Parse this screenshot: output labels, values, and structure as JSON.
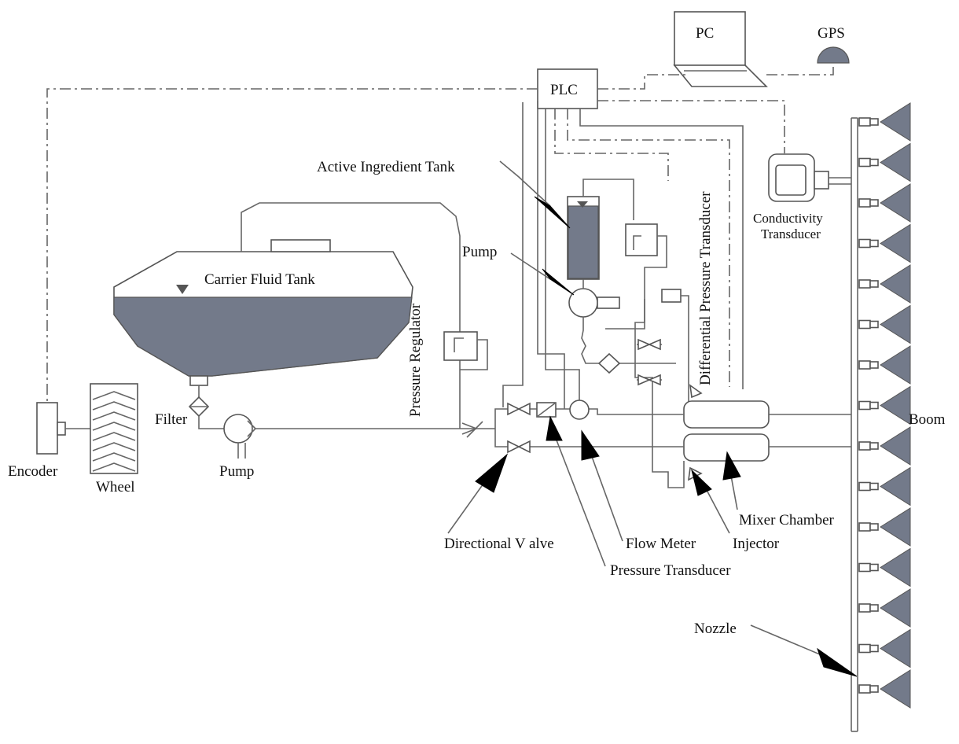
{
  "labels": {
    "pc": "PC",
    "gps": "GPS",
    "plc": "PLC",
    "active_ingredient_tank": "Active Ingredient Tank",
    "differential_pressure_transducer": "Differential Pressure Transducer",
    "conductivity_transducer_line1": "Conductivity",
    "conductivity_transducer_line2": "Transducer",
    "pump_upper": "Pump",
    "carrier_fluid_tank": "Carrier Fluid Tank",
    "pressure_regulator": "Pressure Regulator",
    "filter": "Filter",
    "pump_lower": "Pump",
    "encoder": "Encoder",
    "wheel": "Wheel",
    "boom": "Boom",
    "mixer_chamber": "Mixer Chamber",
    "injector": "Injector",
    "flow_meter": "Flow Meter",
    "directional_valve": "Directional V alve",
    "pressure_transducer": "Pressure Transducer",
    "nozzle": "Nozzle"
  },
  "colors": {
    "fluid": "#737a8a",
    "lines": "#666666",
    "arrows": "#000000"
  }
}
